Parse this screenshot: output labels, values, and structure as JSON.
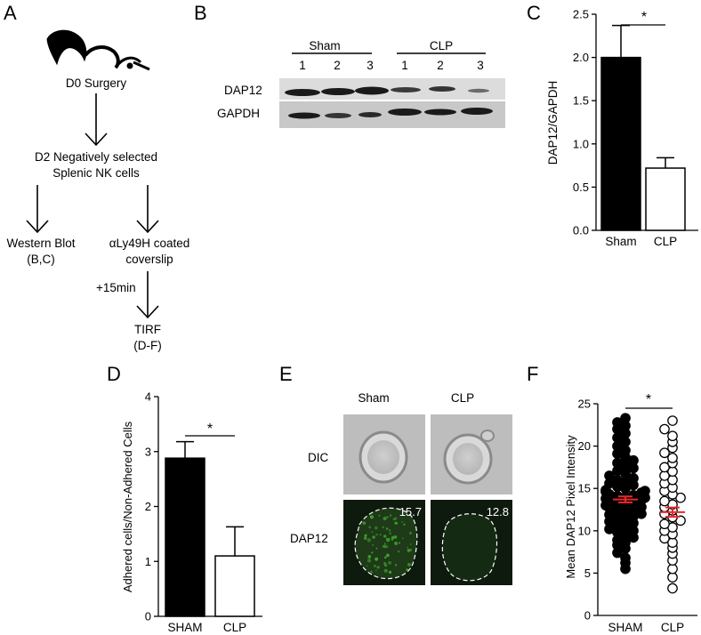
{
  "panel_labels": {
    "a": "A",
    "b": "B",
    "c": "C",
    "d": "D",
    "e": "E",
    "f": "F"
  },
  "panel_a": {
    "step1": "D0 Surgery",
    "step2_line1": "D2 Negatively selected",
    "step2_line2": "Splenic NK cells",
    "left_line1": "Western Blot",
    "left_line2": "(B,C)",
    "right_line1": "αLy49H coated",
    "right_line2": "coverslip",
    "time": "+15min",
    "final_line1": "TIRF",
    "final_line2": "(D-F)"
  },
  "panel_b": {
    "group1": "Sham",
    "group2": "CLP",
    "lanes": [
      "1",
      "2",
      "3",
      "1",
      "2",
      "3"
    ],
    "row1": "DAP12",
    "row2": "GAPDH"
  },
  "panel_e": {
    "col1": "Sham",
    "col2": "CLP",
    "row1": "DIC",
    "row2": "DAP12",
    "value1": "15.7",
    "value2": "12.8"
  },
  "chart_data": [
    {
      "id": "C",
      "type": "bar",
      "categories": [
        "Sham",
        "CLP"
      ],
      "values": [
        2.0,
        0.72
      ],
      "errors": [
        0.37,
        0.12
      ],
      "ylabel": "DAP12/GAPDH",
      "ylim": [
        0,
        2.5
      ],
      "yticks": [
        "0.0",
        "0.5",
        "1.0",
        "1.5",
        "2.0",
        "2.5"
      ],
      "fills": [
        "#000000",
        "#ffffff"
      ],
      "significance": "*"
    },
    {
      "id": "D",
      "type": "bar",
      "categories": [
        "SHAM",
        "CLP"
      ],
      "values": [
        2.88,
        1.1
      ],
      "errors": [
        0.3,
        0.53
      ],
      "ylabel": "Adhered cells/Non-Adhered Cells",
      "ylim": [
        0,
        4
      ],
      "yticks": [
        "0",
        "1",
        "2",
        "3",
        "4"
      ],
      "fills": [
        "#000000",
        "#ffffff"
      ],
      "significance": "*"
    },
    {
      "id": "F",
      "type": "scatter",
      "categories": [
        "SHAM",
        "CLP"
      ],
      "ylabel": "Mean DAP12 Pixel Intensity",
      "ylim": [
        0,
        25
      ],
      "yticks": [
        "0",
        "5",
        "10",
        "15",
        "20",
        "25"
      ],
      "means": [
        13.7,
        12.2
      ],
      "sem": [
        0.35,
        0.55
      ],
      "mean_color": "#e8282b",
      "significance": "*",
      "series": [
        {
          "name": "SHAM",
          "marker": "filled",
          "values": [
            5.5,
            6.2,
            6.8,
            7.4,
            7.9,
            8.3,
            8.6,
            8.9,
            9.2,
            9.5,
            9.8,
            10.0,
            10.2,
            10.5,
            10.7,
            10.9,
            11.1,
            11.3,
            11.5,
            11.7,
            11.9,
            12.0,
            12.2,
            12.4,
            12.5,
            12.7,
            12.8,
            13.0,
            13.1,
            13.3,
            13.4,
            13.5,
            13.6,
            13.8,
            13.9,
            14.0,
            14.1,
            14.2,
            14.3,
            14.5,
            14.6,
            14.7,
            14.8,
            15.0,
            15.2,
            15.4,
            15.6,
            15.8,
            16.0,
            16.2,
            16.5,
            16.8,
            17.1,
            17.4,
            17.7,
            18.0,
            18.3,
            18.7,
            19.1,
            19.5,
            20.0,
            20.5,
            21.0,
            21.5,
            22.0,
            22.4,
            22.8,
            23.3
          ]
        },
        {
          "name": "CLP",
          "marker": "open",
          "values": [
            3.2,
            4.5,
            5.5,
            6.5,
            7.3,
            8.0,
            8.6,
            9.1,
            9.6,
            10.0,
            10.4,
            10.8,
            11.2,
            11.6,
            12.0,
            12.4,
            12.8,
            13.1,
            13.5,
            13.9,
            14.3,
            14.7,
            15.1,
            15.6,
            16.0,
            16.5,
            17.0,
            17.5,
            18.0,
            18.6,
            19.2,
            19.8,
            20.5,
            21.2,
            22.0,
            23.0
          ]
        }
      ]
    }
  ]
}
